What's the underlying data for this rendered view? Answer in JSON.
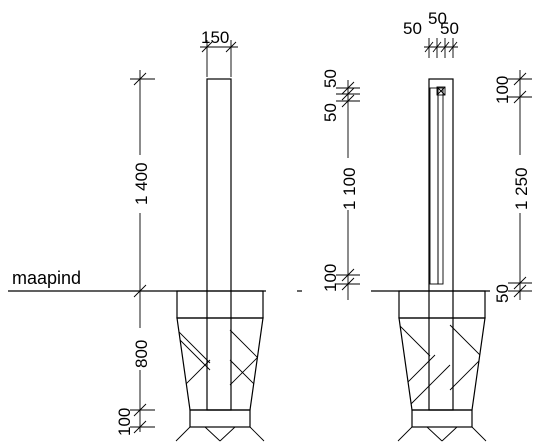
{
  "drawing": {
    "ground_label": "maapind",
    "left_view": {
      "post_width": "150",
      "above_ground_height": "1 400",
      "depth_below_ground": "800",
      "base_plate": "100"
    },
    "right_view": {
      "width_left": "50",
      "width_middle": "50",
      "width_right": "50",
      "inner_top_1": "50",
      "inner_top_2": "50",
      "inner_height": "1 100",
      "inner_bottom": "100",
      "outer_top": "100",
      "outer_height": "1 250",
      "outer_bottom": "50"
    }
  }
}
